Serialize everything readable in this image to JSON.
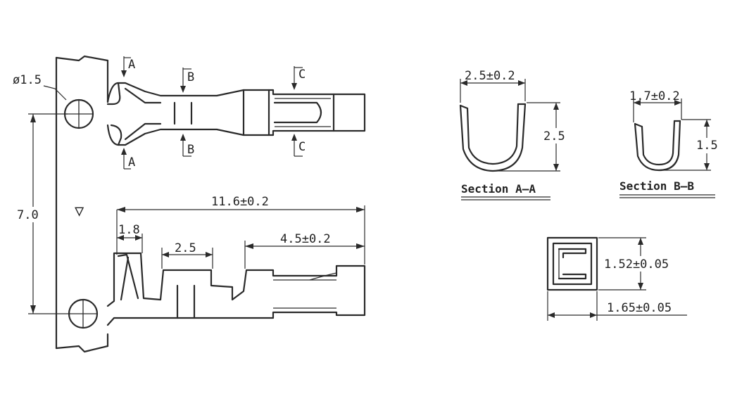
{
  "dimensions": {
    "hole_diameter": "ø1.5",
    "pitch": "7.0",
    "overall_length": "11.6±0.2",
    "tip_width": "1.8",
    "slot_length": "2.5",
    "contact_length": "4.5±0.2",
    "section_a_width": "2.5±0.2",
    "section_a_height": "2.5",
    "section_b_width": "1.7±0.2",
    "section_b_height": "1.5",
    "section_c_height": "1.52±0.05",
    "section_c_width": "1.65±0.05"
  },
  "cut_labels": {
    "a": "A",
    "b": "B",
    "c": "C"
  },
  "section_titles": {
    "a": "Section A–A",
    "b": "Section B–B"
  },
  "symbols": {
    "triangle_mark": "▽"
  }
}
